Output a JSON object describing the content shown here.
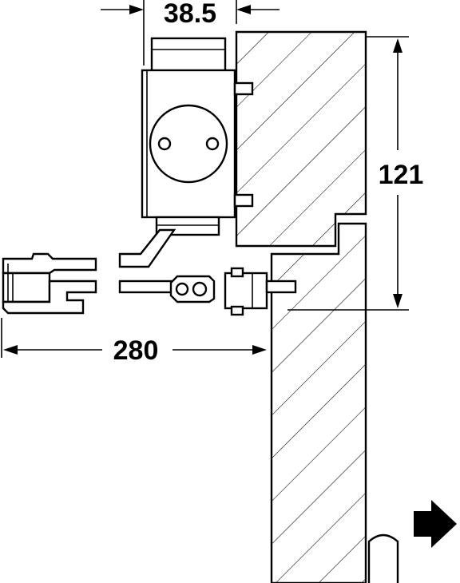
{
  "dimensions": {
    "width_label": "38.5",
    "height_label": "121",
    "arm_length_label": "280"
  },
  "icons": {
    "direction": "arrow-right-icon"
  },
  "colors": {
    "line": "#000000",
    "background": "#ffffff"
  }
}
